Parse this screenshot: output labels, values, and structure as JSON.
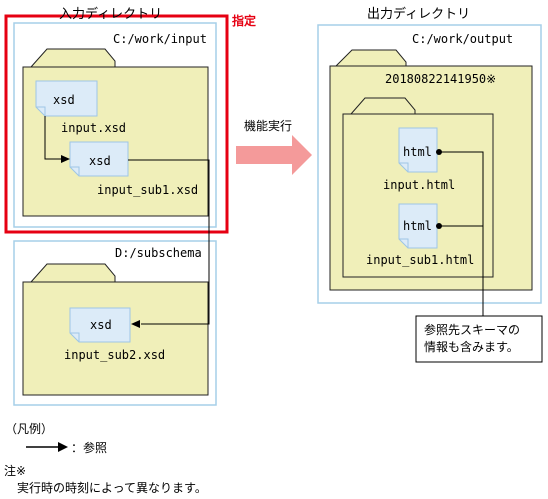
{
  "input_section": {
    "heading": "入力ディレクトリ",
    "designated_label": "指定",
    "input_folder_path": "C:/work/input",
    "xsd_main_icon": "xsd",
    "xsd_main_name": "input.xsd",
    "xsd_sub1_icon": "xsd",
    "xsd_sub1_name": "input_sub1.xsd",
    "subschema_folder_path": "D:/subschema",
    "xsd_sub2_icon": "xsd",
    "xsd_sub2_name": "input_sub2.xsd"
  },
  "action": {
    "label": "機能実行"
  },
  "output_section": {
    "heading": "出力ディレクトリ",
    "output_folder_path": "C:/work/output",
    "timestamp_folder": "20180822141950※",
    "html_main_icon": "html",
    "html_main_name": "input.html",
    "html_sub1_icon": "html",
    "html_sub1_name": "input_sub1.html"
  },
  "callout": {
    "line1": "参照先スキーマの",
    "line2": "情報も含みます。"
  },
  "legend": {
    "title": "（凡例）",
    "reference_label": "：参照"
  },
  "note": {
    "title": "注※",
    "text": "実行時の時刻によって異なります。"
  },
  "colors": {
    "highlight_red": "#e60012",
    "box_border": "#a6cfe8",
    "folder_fill": "#f0efb9",
    "file_fill": "#dcebf8",
    "arrow_pink": "#f49a9a"
  }
}
